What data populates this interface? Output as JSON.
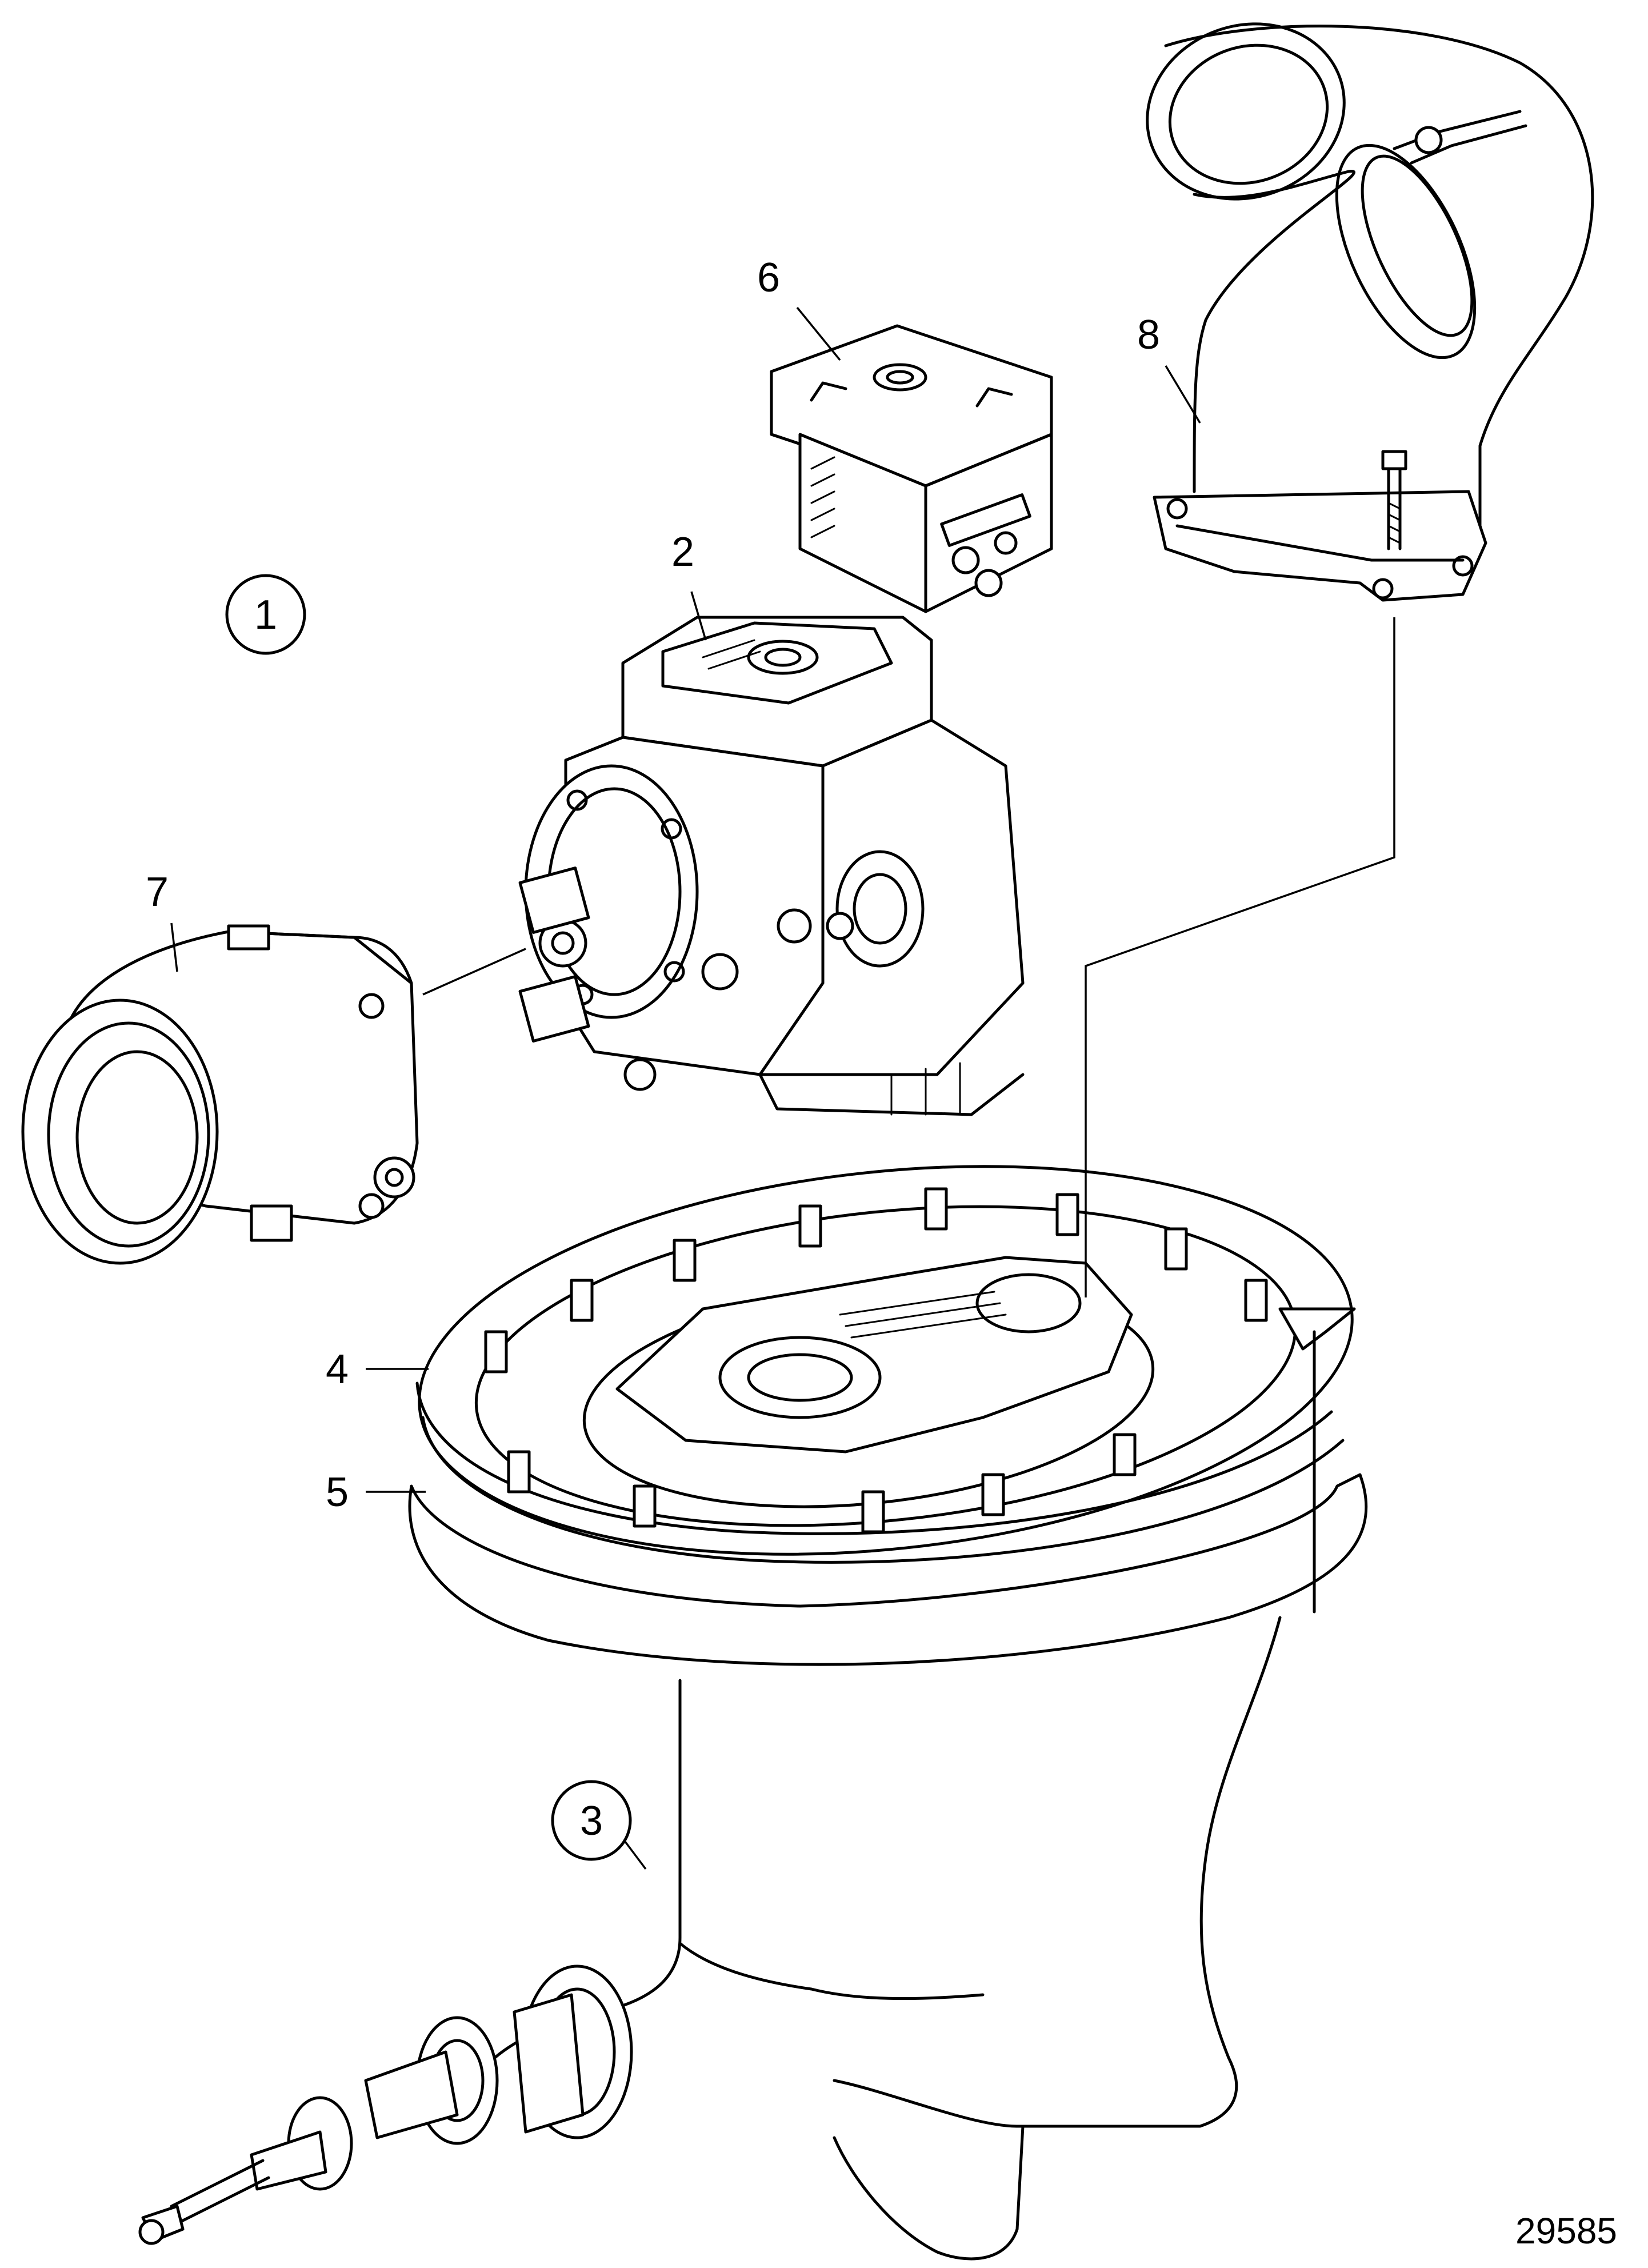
{
  "figure_number": "29585",
  "callouts": {
    "c1": "1",
    "c2": "2",
    "c3": "3",
    "c4": "4",
    "c5": "5",
    "c6": "6",
    "c7": "7",
    "c8": "8"
  }
}
